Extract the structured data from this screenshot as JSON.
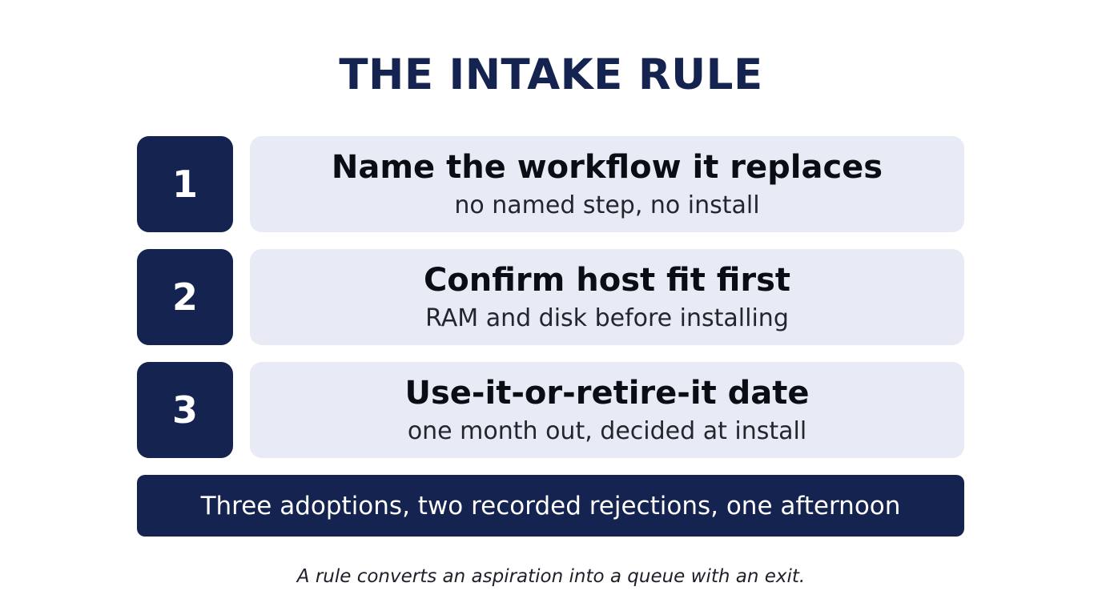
{
  "title": "THE INTAKE RULE",
  "rules": [
    {
      "number": "1",
      "heading": "Name the workflow it replaces",
      "subtext": "no named step, no install"
    },
    {
      "number": "2",
      "heading": "Confirm host fit first",
      "subtext": "RAM and disk before installing"
    },
    {
      "number": "3",
      "heading": "Use-it-or-retire-it date",
      "subtext": "one month out, decided at install"
    }
  ],
  "banner": "Three adoptions, two recorded rejections, one afternoon",
  "caption": "A rule converts an aspiration into a queue with an exit.",
  "colors": {
    "navy": "#14234f",
    "card": "#e8ebf5"
  }
}
